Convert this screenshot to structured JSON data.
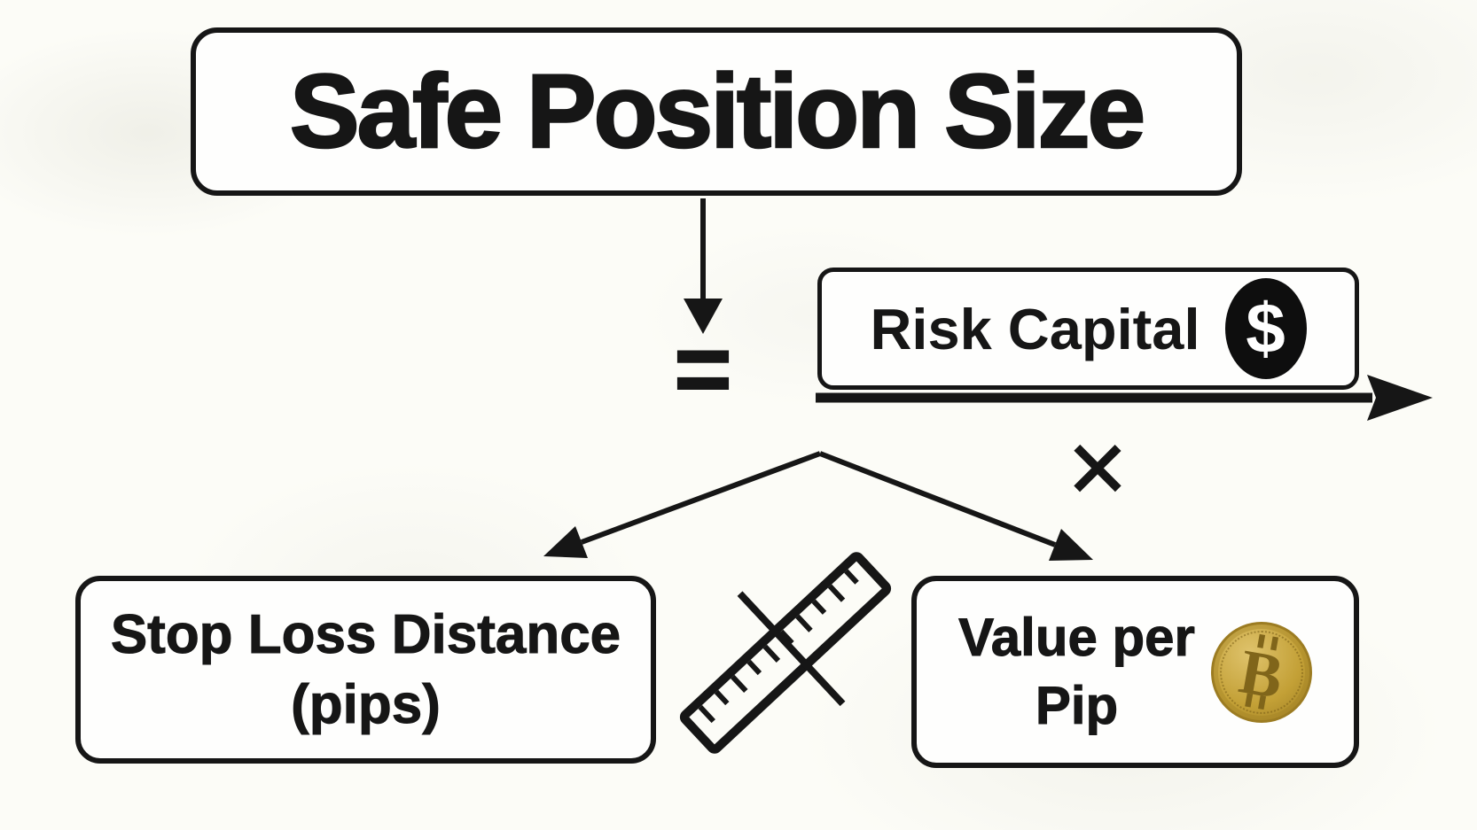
{
  "colors": {
    "ink": "#161616",
    "background": "#fcfcf7",
    "box_fill": "#fefefd",
    "coin_gold_light": "#dfc36c",
    "coin_gold": "#c3a036",
    "coin_gold_dark": "#9c7c22",
    "coin_symbol": "#80651a",
    "dollar_badge_bg": "#0e0e0e",
    "dollar_symbol": "#ffffff"
  },
  "title_box": {
    "label": "Safe Position Size"
  },
  "operators": {
    "equals": "=",
    "multiply": "×"
  },
  "numerator_box": {
    "label": "Risk Capital",
    "icon": "dollar-badge",
    "symbol": "$"
  },
  "stop_loss_box": {
    "line1": "Stop Loss Distance",
    "line2": "(pips)"
  },
  "value_per_pip_box": {
    "line1": "Value per",
    "line2": "Pip",
    "icon": "bitcoin-coin",
    "symbol": "B"
  },
  "icons": {
    "title_connector": "arrow-down",
    "fraction_bar": "fraction-bar-arrow-right",
    "left_branch": "arrow-down-left",
    "right_branch": "arrow-down-right",
    "middle_glyph": "crossed-ruler"
  }
}
